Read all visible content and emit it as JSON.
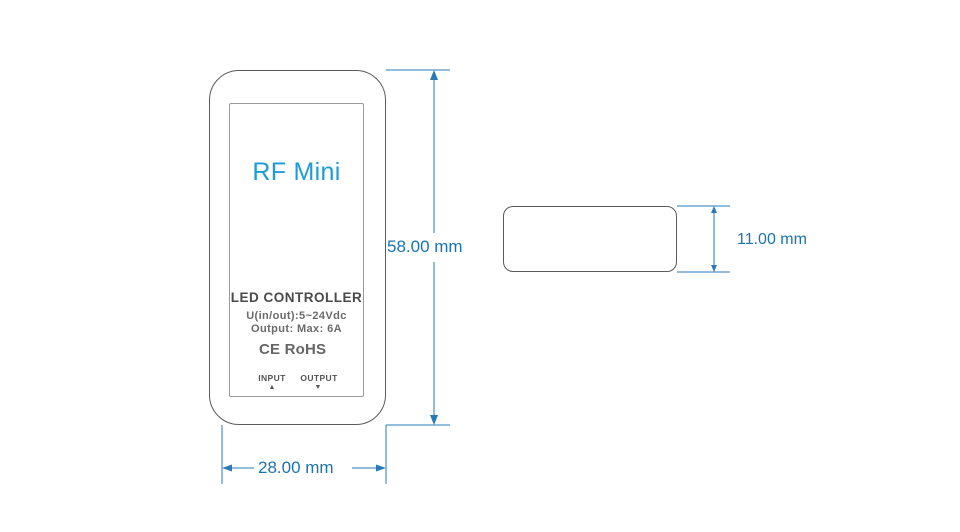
{
  "device_front": {
    "product_name": "RF Mini",
    "label_title": "LED CONTROLLER",
    "spec_voltage": "U(in/out):5~24Vdc",
    "spec_output": "Output: Max: 6A",
    "cert_marks": "CE RoHS",
    "port_input": "INPUT",
    "port_output": "OUTPUT",
    "input_arrow": "▲",
    "output_arrow": "▼"
  },
  "dimensions": {
    "height": "58.00 mm",
    "width": "28.00 mm",
    "thickness": "11.00 mm"
  },
  "colors": {
    "brand_blue": "#1e9bd7",
    "dimension_line": "#1a73b3",
    "outline": "#5a5a5a"
  }
}
